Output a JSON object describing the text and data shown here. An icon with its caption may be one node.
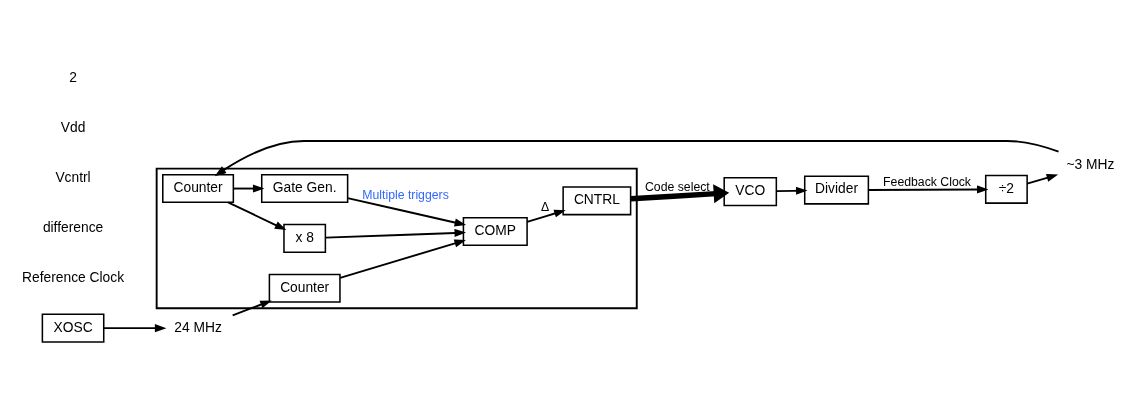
{
  "diagram": {
    "nodes": [
      {
        "text": [],
        "shape": "box"
      },
      {
        "text": [
          "XOSC"
        ]
      },
      {
        "text": [
          "24 MHz"
        ]
      },
      {
        "text": [
          "Counter"
        ],
        "in": 0
      },
      {
        "text": [
          "COMP"
        ],
        "in": 0
      },
      {
        "text": [
          "CNTRL"
        ],
        "in": 0
      },
      {
        "text": [
          "x 8"
        ],
        "in": 0
      },
      {
        "text": [
          "÷2"
        ]
      },
      {
        "text": [
          "~3 MHz"
        ]
      },
      {
        "text": [
          "Counter"
        ],
        "in": 0
      },
      {
        "text": [
          "Gate Gen."
        ],
        "in": 0
      },
      {
        "text": [
          "VCO"
        ]
      },
      {
        "text": [
          "Divider"
        ]
      }
    ],
    "edges": [
      {
        "from": 1,
        "to": 2,
        "arrow": "to"
      },
      {
        "from": 2,
        "to": 3,
        "arrow": "to"
      },
      {
        "from": 3,
        "to": 4,
        "arrow": "to"
      },
      {
        "from": 6,
        "to": 4,
        "arrow": "to"
      },
      {
        "from": 10,
        "to": 4,
        "arrow": "to",
        "label": "Multiple triggers"
      },
      {
        "from": 4,
        "to": 5,
        "arrow": "to",
        "label": "Δ"
      },
      {
        "from": 5,
        "to": 11,
        "arrow": "to",
        "style": "thick",
        "label": "Code select"
      },
      {
        "from": 11,
        "to": 12,
        "arrow": "to"
      },
      {
        "from": 12,
        "to": 7,
        "arrow": "to",
        "label": "Feedback Clock"
      },
      {
        "from": 7,
        "to": 8,
        "arrow": "to"
      },
      {
        "from": 8,
        "to": 9,
        "arrow": "to"
      },
      {
        "from": 9,
        "to": 6,
        "arrow": "to"
      },
      {
        "from": 9,
        "to": 10,
        "arrow": "to"
      }
    ],
    "labels": [
      "Reference Clock",
      "difference",
      "Vcntrl",
      "Vdd",
      "2"
    ]
  }
}
